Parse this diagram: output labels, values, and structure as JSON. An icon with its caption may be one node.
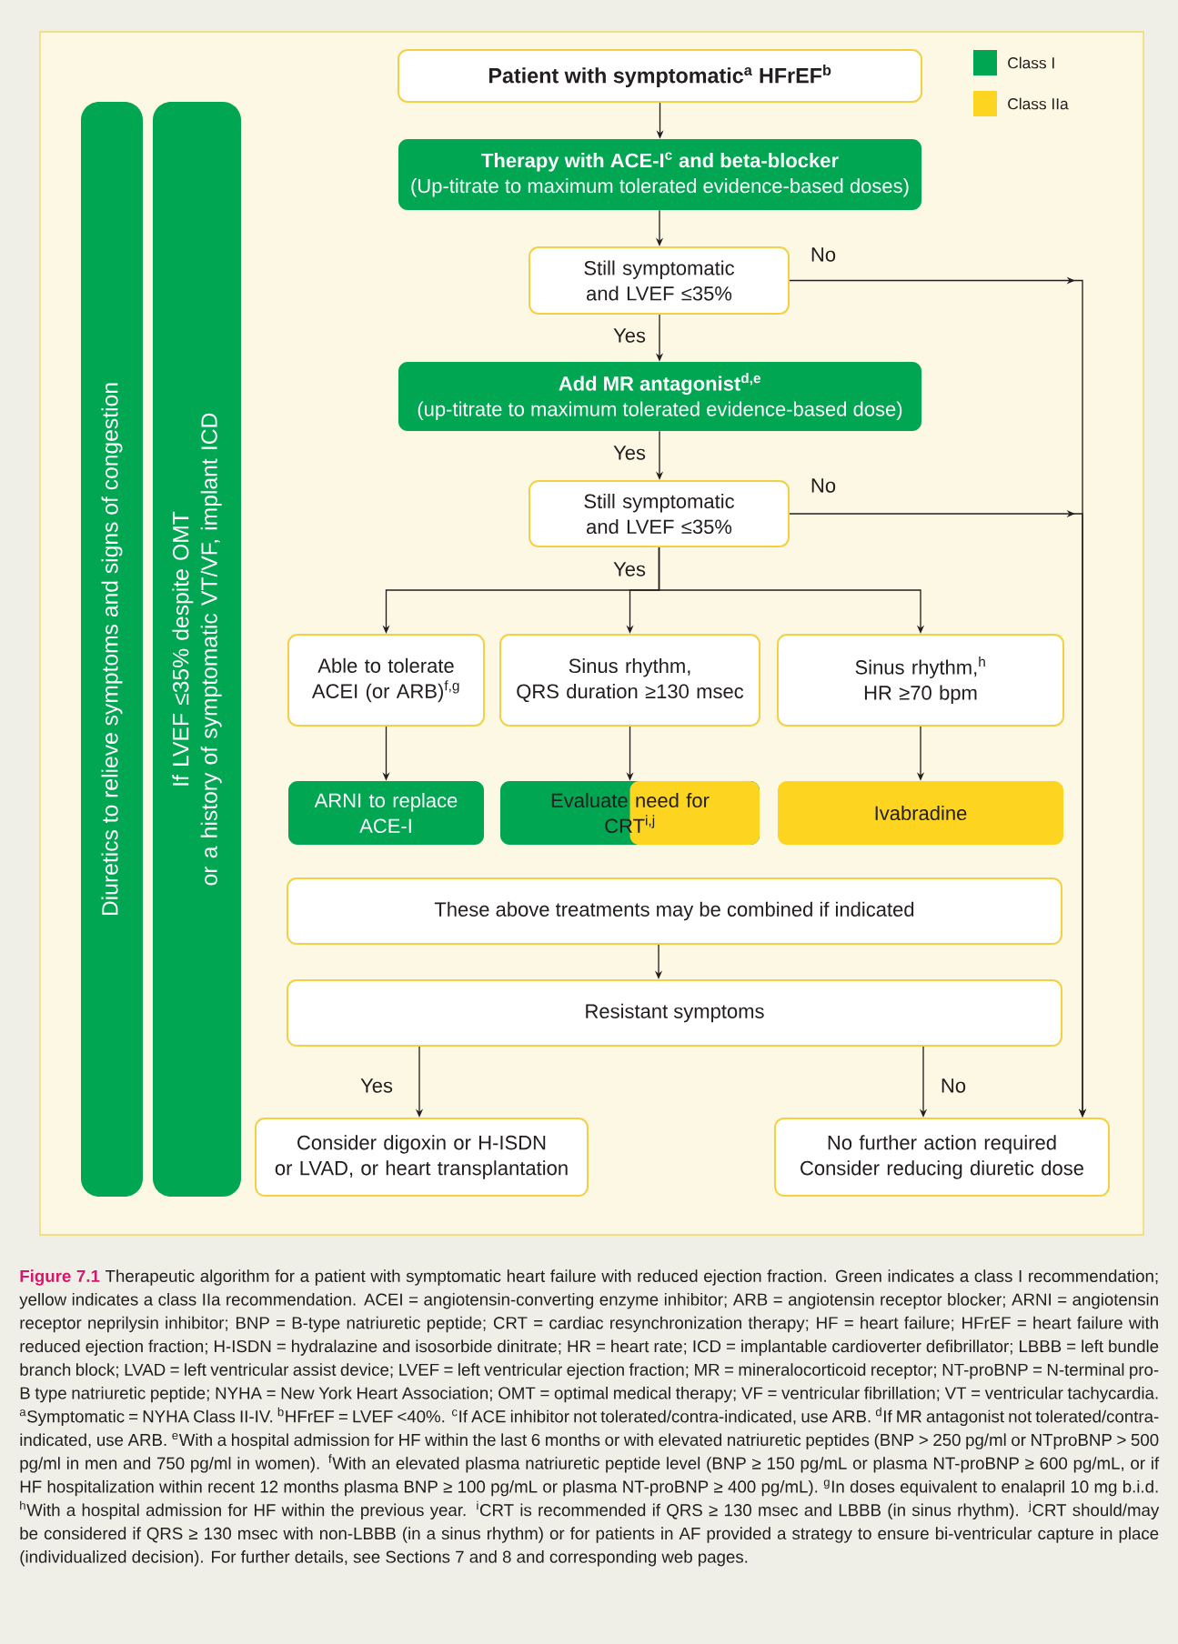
{
  "diagram": {
    "caption": "**Figure 7.1** Therapeutic algorithm for a patient with symptomatic heart failure with reduced ejection fraction. Green indicates a class I recommendation; yellow indicates a class IIa recommendation. ACEI = angiotensin-converting enzyme inhibitor; ARB = angiotensin receptor blocker; ARNI = angiotensin receptor neprilysin inhibitor; BNP = B-type natriuretic peptide; CRT = cardiac resynchronization therapy; HF = heart failure; HFrEF = heart failure with reduced ejection fraction; H-ISDN = hydralazine and isosorbide dinitrate; HR = heart rate; ICD = implantable cardioverter defibrillator; LBBB = left bundle branch block; LVAD = left ventricular assist device; LVEF = left ventricular ejection fraction; MR = mineralocorticoid receptor; NT-proBNP = N-terminal pro-B type natriuretic peptide; NYHA = New York Heart Association; OMT = optimal medical therapy; VF = ventricular fibrillation; VT = ventricular tachycardia. $^{a}$Symptomatic = NYHA Class II-IV. $^{b}$HFrEF = LVEF <40%. $^{c}$If ACE inhibitor not tolerated/contra-indicated, use ARB. $^{d}$If MR antagonist not tolerated/contra-indicated, use ARB. $^{e}$With a hospital admission for HF within the last 6 months or with elevated natriuretic peptides (BNP > 250 pg/ml or NTproBNP > 500 pg/ml in men and 750 pg/ml in women). $^{f}$With an elevated plasma natriuretic peptide level (BNP ≥ 150 pg/mL or plasma NT-proBNP ≥ 600 pg/mL, or if HF hospitalization within recent 12 months plasma BNP ≥ 100 pg/mL or plasma NT-proBNP ≥ 400 pg/mL). $^{g}$In doses equivalent to enalapril 10 mg b.i.d. $^{h}$With a hospital admission for HF within the previous year. $^{i}$CRT is recommended if QRS ≥ 130 msec and LBBB (in sinus rhythm). $^{j}$CRT should/may be considered if QRS ≥ 130 msec with non-LBBB (in a sinus rhythm) or for patients in AF provided a strategy to ensure bi-ventricular capture in place (individualized decision). For further details, see Sections 7 and 8 and corresponding web pages.",
    "nodes": [
      {
        "text": [
          "Patient with symptomatic$^{a}$ HFrEF$^{b}$"
        ]
      },
      {
        "text": [
          "Therapy with ACE-I$^{c}$ and beta-blocker",
          "(Up-titrate to maximum tolerated evidence-based doses)"
        ]
      },
      {
        "text": [
          "Still symptomatic and LVEF ≤35%"
        ]
      },
      {
        "text": [
          "Add MR antagonist$^{d,e}$",
          "(up-titrate to maximum tolerated evidence-based dose)"
        ]
      },
      {
        "text": [
          "Still symptomatic and LVEF ≤35%"
        ]
      },
      {
        "text": [
          "Able to tolerate ACEI (or ARB)$^{f,g}$"
        ]
      },
      {
        "text": [
          "Sinus rhythm, QRS duration ≥130 msec"
        ]
      },
      {
        "text": [
          "Sinus rhythm,$^{h}$ HR ≥70 bpm"
        ]
      },
      {
        "text": [
          "ARNI to replace ACE-I"
        ]
      },
      {
        "text": [
          "Evaluate need for CRT$^{i,j}$"
        ]
      },
      {
        "text": [
          "Ivabradine"
        ]
      },
      {
        "text": [
          "These above treatments may be combined if indicated"
        ]
      },
      {
        "text": [
          "Resistant symptoms"
        ]
      },
      {
        "text": [
          "Consider digoxin or H-ISDN or LVAD, or heart transplantation"
        ]
      },
      {
        "text": [
          "No further action required Consider reducing diuretic dose"
        ]
      },
      {
        "text": [
          "Diuretics to relieve symptoms and signs of congestion"
        ]
      },
      {
        "text": [
          "If LVEF ≤35% despite OMT or a history of symptomatic VT/VF, implant ICD"
        ]
      }
    ],
    "edges": [
      {
        "from": 0,
        "to": 1,
        "arrow": "to"
      },
      {
        "from": 1,
        "to": 2,
        "arrow": "to"
      },
      {
        "from": 2,
        "to": 3,
        "arrow": "to",
        "label": "Yes"
      },
      {
        "from": 2,
        "to": 14,
        "arrow": "to",
        "label": "No"
      },
      {
        "from": 3,
        "to": 4,
        "arrow": "to",
        "label": "Yes"
      },
      {
        "from": 4,
        "to": 14,
        "arrow": "to",
        "label": "No"
      },
      {
        "from": 4,
        "to": 5,
        "arrow": "to"
      },
      {
        "from": 4,
        "to": 6,
        "arrow": "to",
        "label": "Yes"
      },
      {
        "from": 4,
        "to": 7,
        "arrow": "to"
      },
      {
        "from": 5,
        "to": 8,
        "arrow": "to"
      },
      {
        "from": 6,
        "to": 9,
        "arrow": "to"
      },
      {
        "from": 7,
        "to": 10,
        "arrow": "to"
      },
      {
        "from": 11,
        "to": 12,
        "arrow": "to"
      },
      {
        "from": 12,
        "to": 13,
        "arrow": "to",
        "label": "Yes"
      },
      {
        "from": 12,
        "to": 14,
        "arrow": "to",
        "label": "No"
      }
    ],
    "legend": [
      {
        "text": "Class I",
        "color": "#00a651"
      },
      {
        "text": "Class IIa",
        "color": "#fdd520"
      }
    ]
  }
}
